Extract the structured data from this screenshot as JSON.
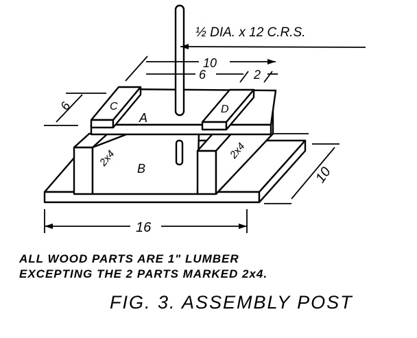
{
  "figure": {
    "rod_label": "½ DIA. x 12 C.R.S.",
    "dim_top_total": "10",
    "dim_top_inner": "6",
    "dim_top_right": "2",
    "dim_left_depth": "6",
    "dim_base_depth": "10",
    "dim_base_width": "16",
    "part_a": "A",
    "part_b": "B",
    "part_c": "C",
    "part_d": "D",
    "mark_left": "2x4",
    "mark_right": "2x4",
    "note_line1": "ALL WOOD PARTS ARE 1\" LUMBER",
    "note_line2": "EXCEPTING THE 2 PARTS MARKED 2x4.",
    "caption": "FIG. 3. ASSEMBLY POST"
  }
}
